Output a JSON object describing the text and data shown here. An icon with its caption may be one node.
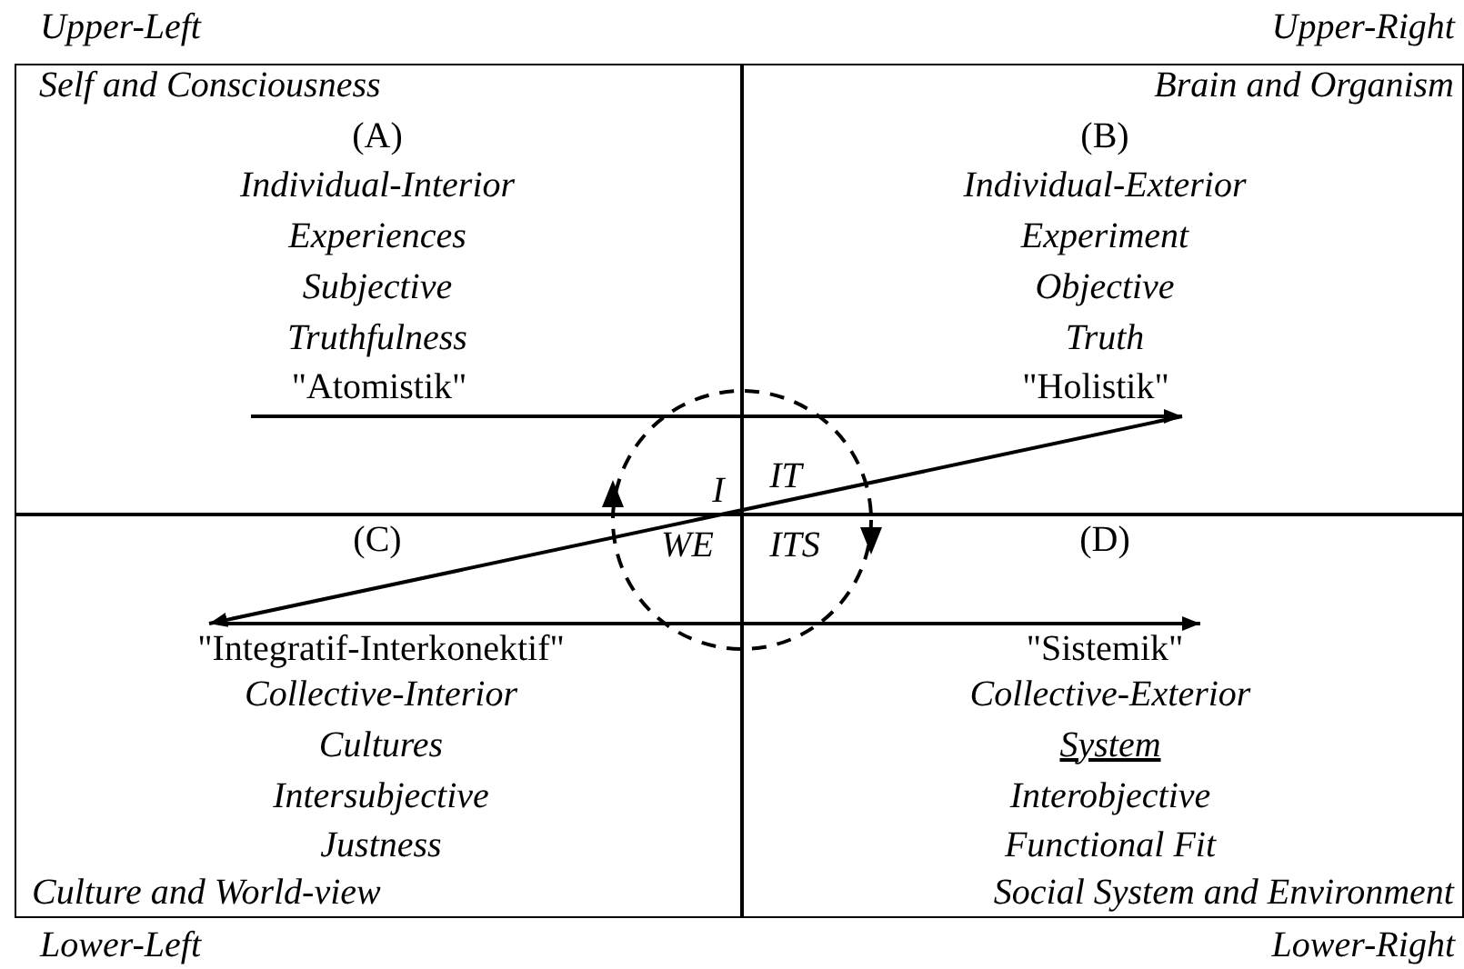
{
  "diagram": {
    "nodes": [
      {
        "text": [
          "Self and Consciousness",
          "(A)",
          "Individual-Interior",
          "Experiences",
          "Subjective",
          "Truthfulness"
        ]
      },
      {
        "text": [
          "\"Atomistik\""
        ],
        "in": 0
      },
      {
        "text": [
          "Brain and Organism",
          "(B)",
          "Individual-Exterior",
          "Experiment",
          "Objective",
          "Truth"
        ]
      },
      {
        "text": [
          "\"Holistik\""
        ],
        "in": 2
      },
      {
        "text": [
          "(C)",
          "Collective-Interior",
          "Cultures",
          "Intersubjective",
          "Justness",
          "Culture and World-view"
        ]
      },
      {
        "text": [
          "\"Integratif-Interkonektif\""
        ],
        "in": 4
      },
      {
        "text": [
          "(D)",
          "Collective-Exterior",
          "System",
          "Interobjective",
          "Functional Fit",
          "Social System and Environment"
        ]
      },
      {
        "text": [
          "\"Sistemik\""
        ],
        "in": 6
      }
    ],
    "edges": [
      {
        "from": 1,
        "to": 3,
        "arrow": "to"
      },
      {
        "from": 3,
        "to": 5,
        "arrow": "to"
      },
      {
        "from": 5,
        "to": 7,
        "arrow": "to"
      }
    ],
    "labels": [
      "Upper-Left",
      "Upper-Right",
      "I",
      "IT",
      "WE",
      "ITS",
      "Lower-Left",
      "Lower-Right"
    ]
  }
}
